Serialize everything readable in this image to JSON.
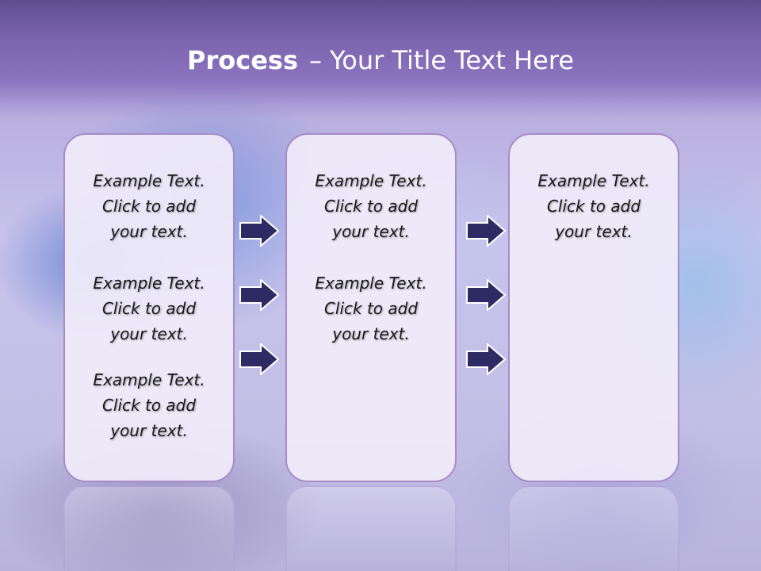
{
  "slide": {
    "title_bold": "Process",
    "title_separator": "–",
    "title_rest": "Your Title Text Here"
  },
  "columns": [
    {
      "blocks": [
        {
          "line1": "Example Text.",
          "line2": "Click  to add",
          "line3": "your text."
        },
        {
          "line1": "Example Text.",
          "line2": "Click  to add",
          "line3": "your text."
        },
        {
          "line1": "Example Text.",
          "line2": "Click  to add",
          "line3": "your text."
        }
      ]
    },
    {
      "blocks": [
        {
          "line1": "Example Text.",
          "line2": "Click  to add",
          "line3": "your text."
        },
        {
          "line1": "Example Text.",
          "line2": "Click  to add",
          "line3": "your text."
        }
      ]
    },
    {
      "blocks": [
        {
          "line1": "Example Text.",
          "line2": "Click  to add",
          "line3": "your text."
        }
      ]
    }
  ],
  "colors": {
    "title_band": "#7a63ad",
    "card_fill": "#f0ecfa",
    "card_border": "#a58bc7",
    "arrow_fill": "#2e2a63",
    "arrow_stroke": "#ffffff"
  },
  "icons": {
    "arrow": "right-arrow-icon"
  }
}
